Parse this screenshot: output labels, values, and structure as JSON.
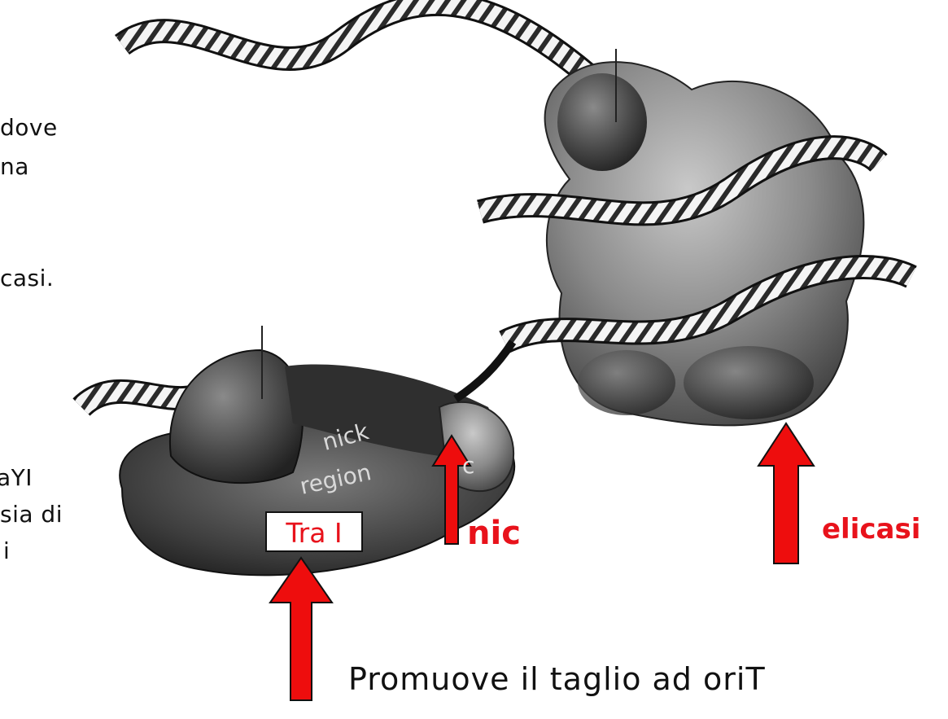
{
  "left_text": {
    "line1": "dove",
    "line2": "na",
    "line3": "casi.",
    "line4": "aYI",
    "line5": "sia di",
    "line6": "i"
  },
  "diagram_labels": {
    "nick_region_1": "nick",
    "nick_region_2": "region",
    "nic_partial": "c"
  },
  "labels": {
    "tra_i": "Tra I",
    "nic": "nic",
    "elicasi": "elicasi",
    "caption": "Promuove il taglio ad oriT"
  },
  "colors": {
    "label_red": "#e8121b",
    "arrow_red": "#ee0d0d",
    "protein_dark": "#3a3a3a",
    "protein_mid": "#6e6e6e"
  }
}
